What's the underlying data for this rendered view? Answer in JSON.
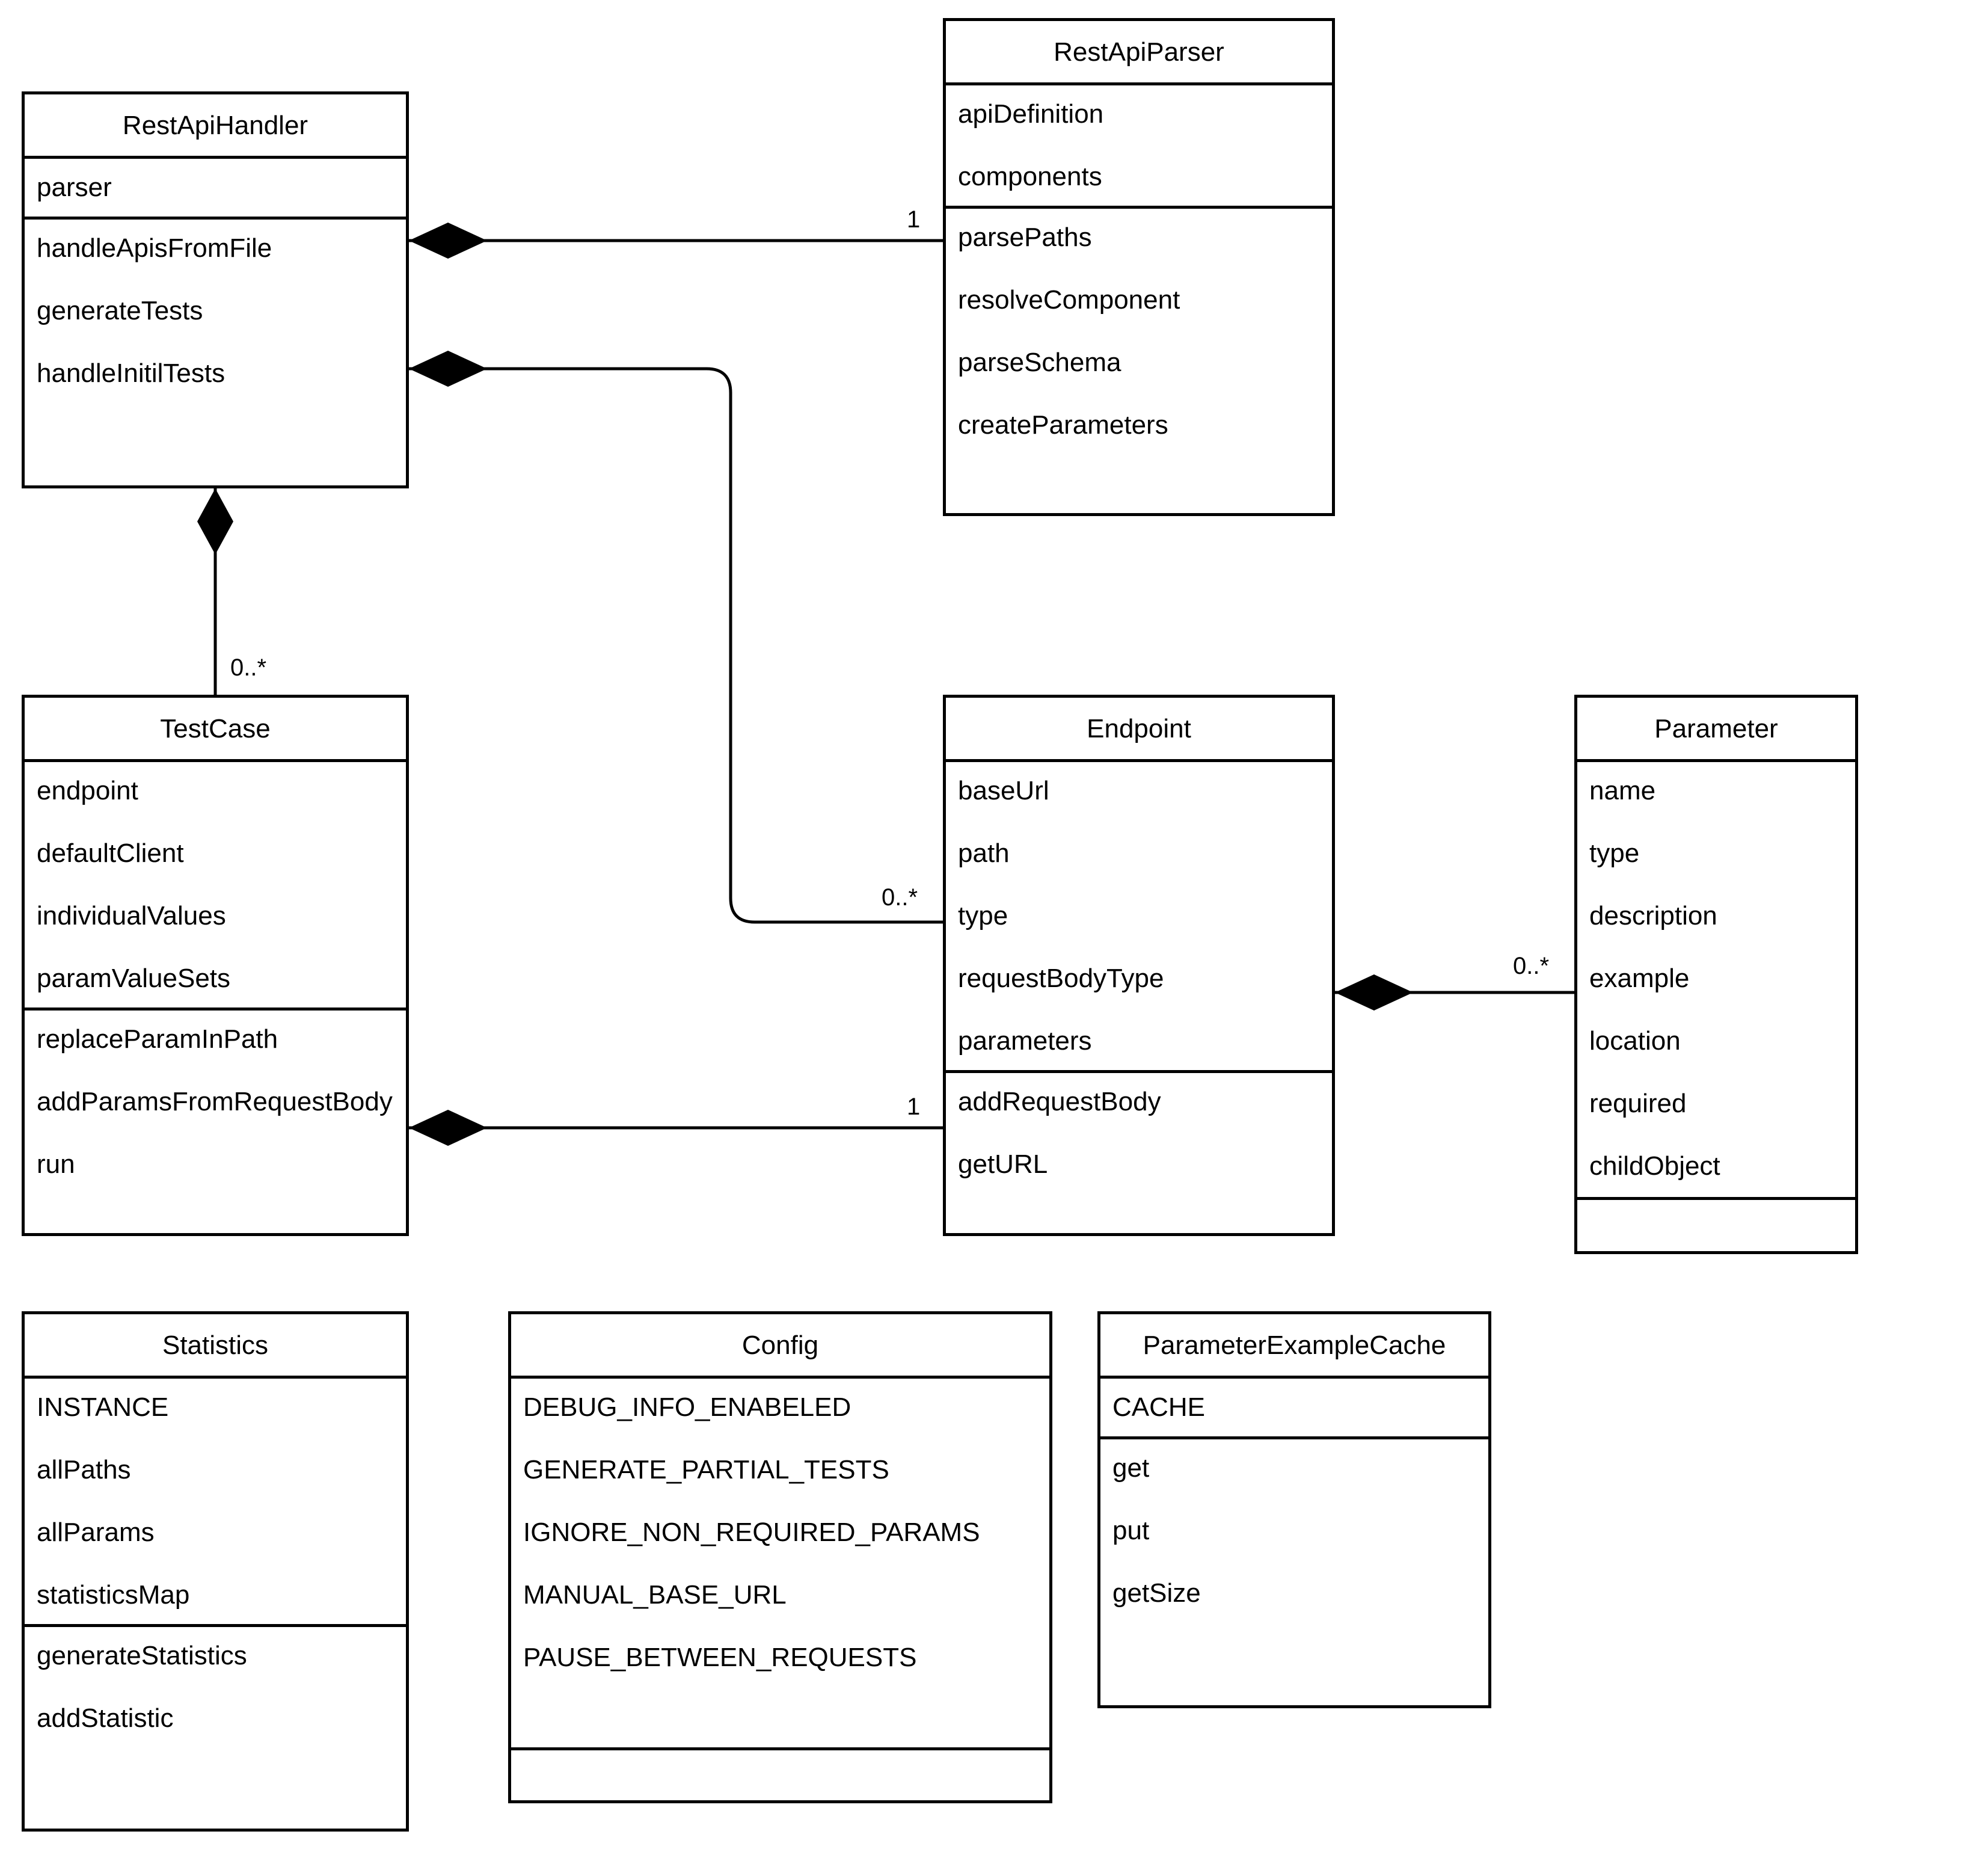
{
  "diagram": {
    "kind": "uml-class-diagram",
    "background_color": "#ffffff",
    "line_color": "#000000"
  },
  "classes": {
    "rest_api_handler": {
      "name": "RestApiHandler",
      "attributes": [
        "parser"
      ],
      "methods": [
        "handleApisFromFile",
        "generateTests",
        "handleInitilTests"
      ]
    },
    "rest_api_parser": {
      "name": "RestApiParser",
      "attributes": [
        "apiDefinition",
        "components"
      ],
      "methods": [
        "parsePaths",
        "resolveComponent",
        "parseSchema",
        "createParameters"
      ]
    },
    "test_case": {
      "name": "TestCase",
      "attributes": [
        "endpoint",
        "defaultClient",
        "individualValues",
        "paramValueSets"
      ],
      "methods": [
        "replaceParamInPath",
        "addParamsFromRequestBody",
        "run"
      ]
    },
    "endpoint": {
      "name": "Endpoint",
      "attributes": [
        "baseUrl",
        "path",
        "type",
        "requestBodyType",
        "parameters"
      ],
      "methods": [
        "addRequestBody",
        "getURL"
      ]
    },
    "parameter": {
      "name": "Parameter",
      "attributes": [
        "name",
        "type",
        "description",
        "example",
        "location",
        "required",
        "childObject"
      ],
      "methods": []
    },
    "statistics": {
      "name": "Statistics",
      "attributes": [
        "INSTANCE",
        "allPaths",
        "allParams",
        "statisticsMap"
      ],
      "methods": [
        "generateStatistics",
        "addStatistic"
      ]
    },
    "config": {
      "name": "Config",
      "attributes": [
        "DEBUG_INFO_ENABELED",
        "GENERATE_PARTIAL_TESTS",
        "IGNORE_NON_REQUIRED_PARAMS",
        "MANUAL_BASE_URL",
        "PAUSE_BETWEEN_REQUESTS"
      ],
      "methods": []
    },
    "parameter_example_cache": {
      "name": "ParameterExampleCache",
      "attributes": [
        "CACHE"
      ],
      "methods": [
        "get",
        "put",
        "getSize"
      ]
    }
  },
  "relationships": [
    {
      "id": "handler-parser",
      "from": "RestApiHandler",
      "to": "RestApiParser",
      "type": "composition",
      "diamond_end": "from",
      "multiplicity": "1"
    },
    {
      "id": "handler-endpoint",
      "from": "RestApiHandler",
      "to": "Endpoint",
      "type": "composition",
      "diamond_end": "from",
      "multiplicity": "0..*"
    },
    {
      "id": "handler-testcase",
      "from": "RestApiHandler",
      "to": "TestCase",
      "type": "composition",
      "diamond_end": "from",
      "multiplicity": "0..*"
    },
    {
      "id": "endpoint-parameter",
      "from": "Endpoint",
      "to": "Parameter",
      "type": "composition",
      "diamond_end": "from",
      "multiplicity": "0..*"
    },
    {
      "id": "testcase-endpoint",
      "from": "TestCase",
      "to": "Endpoint",
      "type": "composition",
      "diamond_end": "from",
      "multiplicity": "1"
    }
  ],
  "multiplicity_labels": {
    "handler_parser": "1",
    "handler_endpoint": "0..*",
    "handler_testcase": "0..*",
    "endpoint_parameter": "0..*",
    "testcase_endpoint": "1"
  }
}
